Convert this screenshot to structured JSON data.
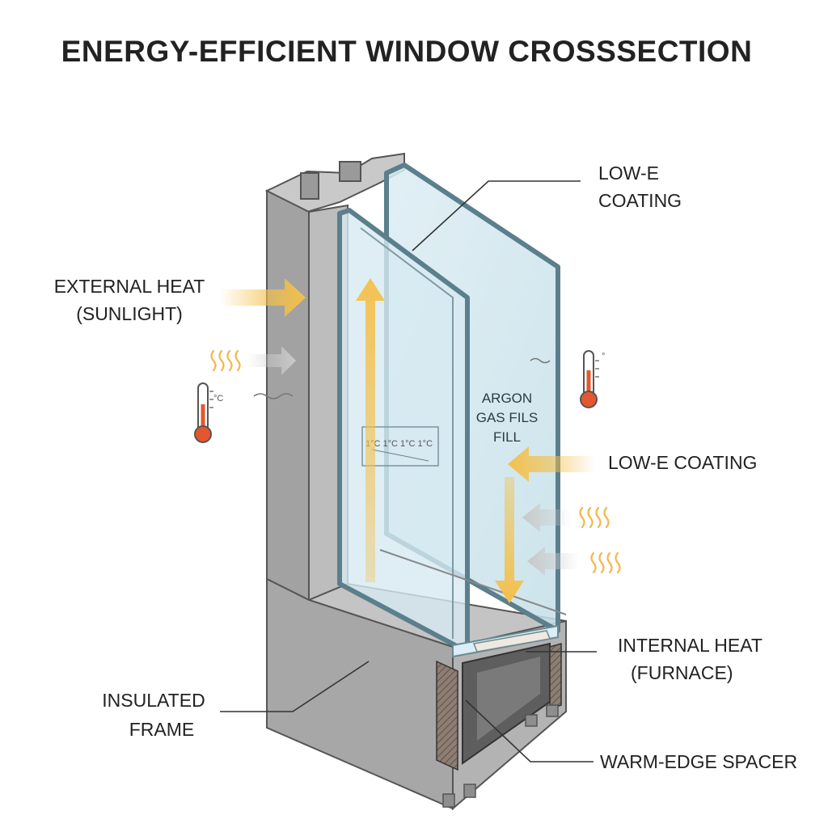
{
  "title": "ENERGY-EFFICIENT WINDOW CROSSSECTION",
  "labels": {
    "low_e_top_line1": "LOW-E",
    "low_e_top_line2": "COATING",
    "external_heat_line1": "EXTERNAL HEAT",
    "external_heat_line2": "(SUNLIGHT)",
    "argon_line1": "ARGON",
    "argon_line2": "GAS FILS",
    "argon_line3": "FILL",
    "low_e_right": "LOW-E COATING",
    "internal_heat_line1": "INTERNAL HEAT",
    "internal_heat_line2": "(FURNACE)",
    "insulated_line1": "INSULATED",
    "insulated_line2": "FRAME",
    "warm_edge": "WARM-EDGE SPACER",
    "thermo_left_unit": "°C",
    "thermo_right_unit": "°",
    "glass_marks": "1°C  1°C  1°C  1°C"
  },
  "colors": {
    "frame": "#a9a9a9",
    "frame_dark": "#8a8a8a",
    "frame_light": "#c6c6c6",
    "glass": "#cfe6ee",
    "glass_edge": "#5b7f8c",
    "heat_arrow": "#f4c04a",
    "cool_arrow": "#d3d3d3",
    "thermometer": "#e4572e"
  },
  "icons": [
    "heat-wave-icon",
    "thermometer-icon",
    "arrow-icon"
  ]
}
